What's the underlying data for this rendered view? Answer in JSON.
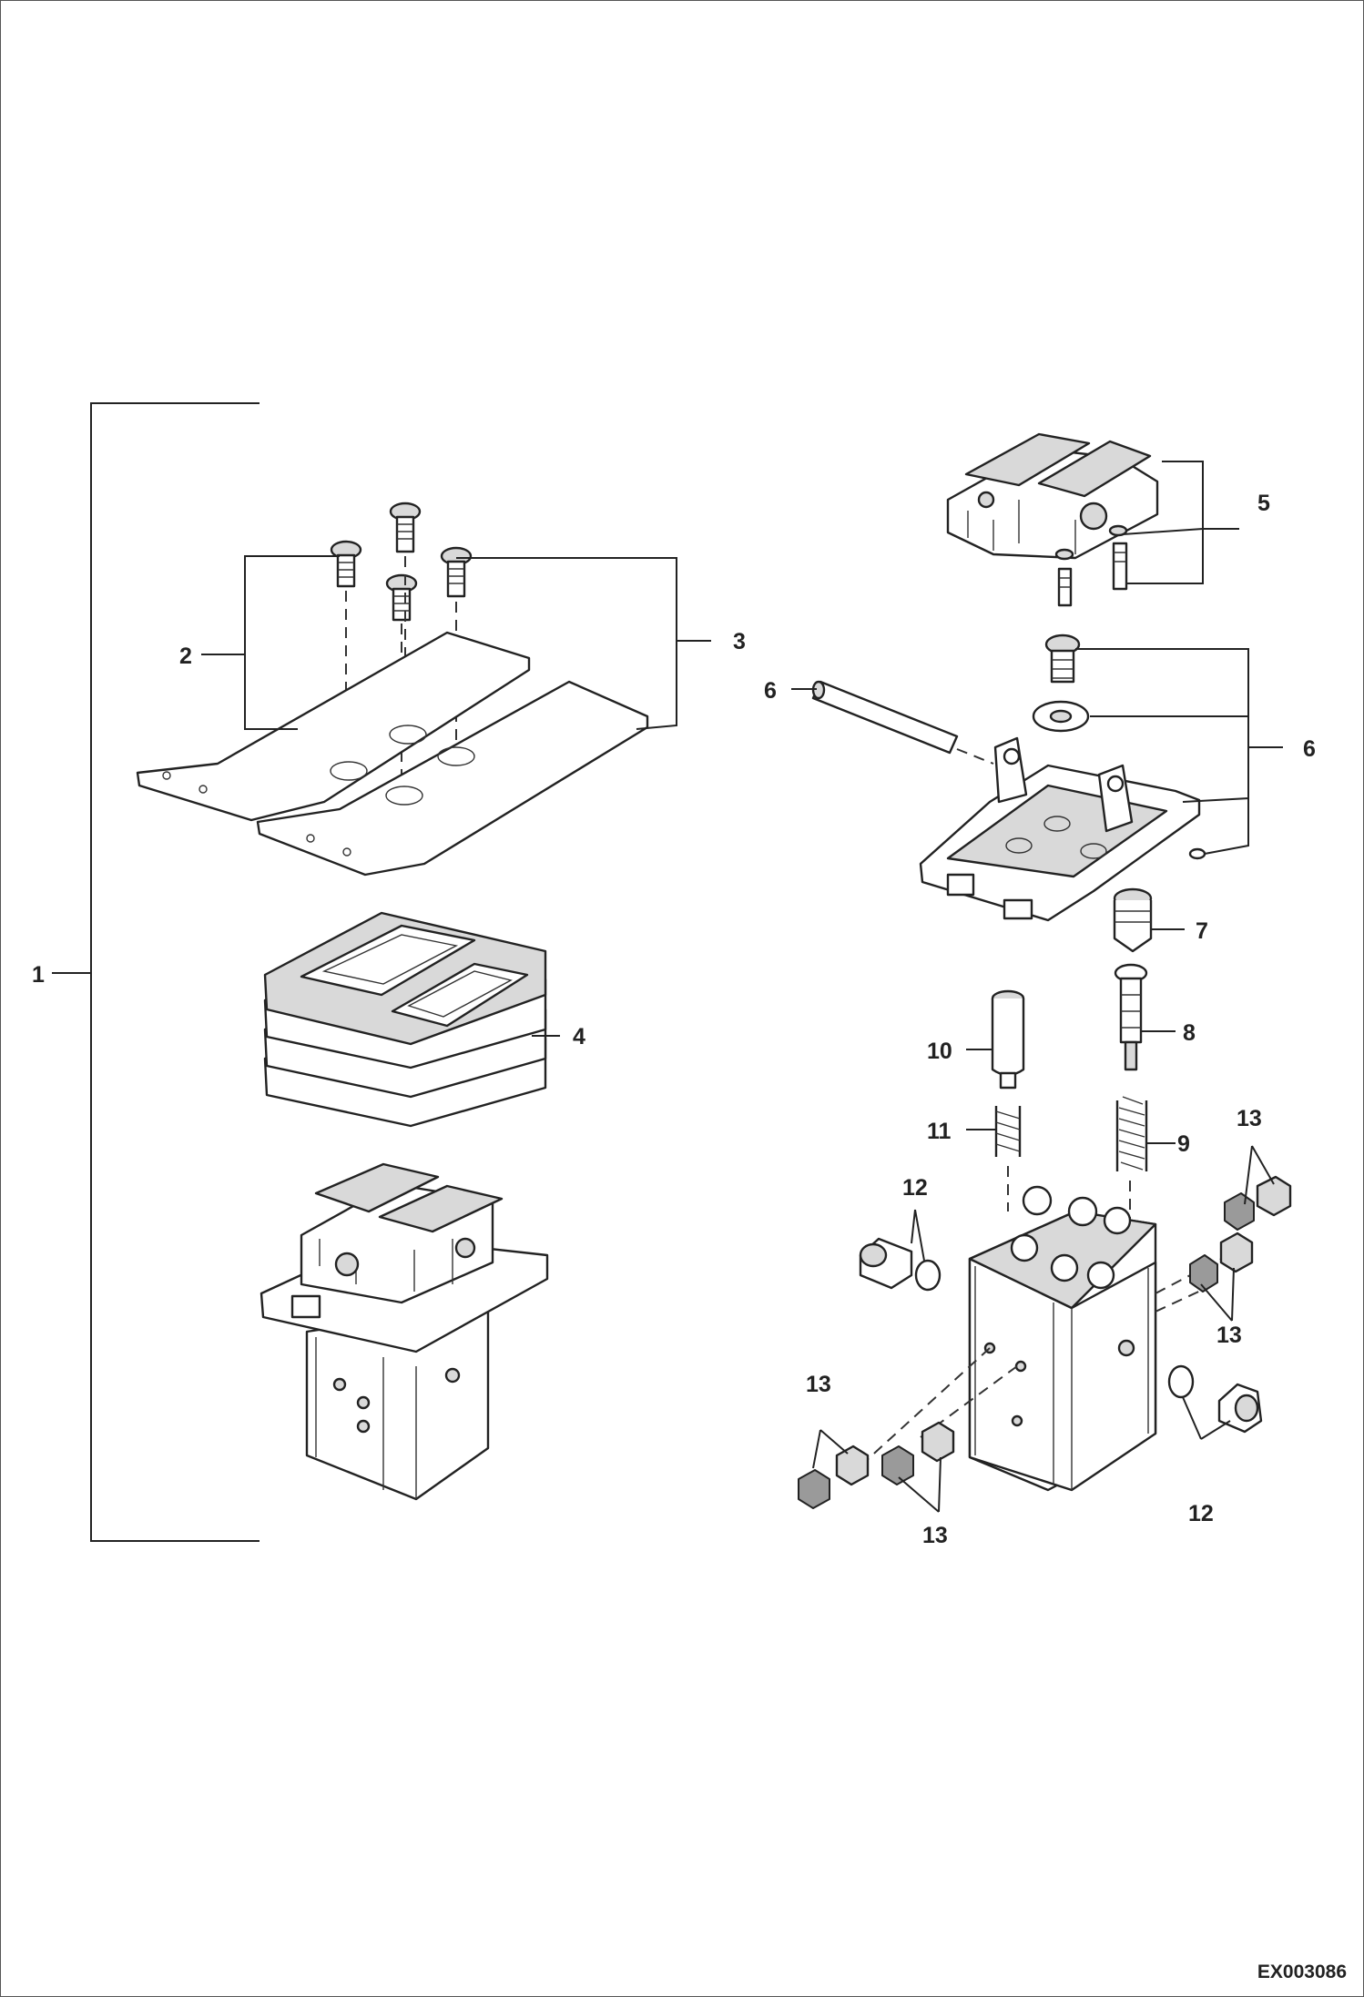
{
  "drawing_code": "EX003086",
  "labels": {
    "l1": "1",
    "l2": "2",
    "l3": "3",
    "l4": "4",
    "l5": "5",
    "l6a": "6",
    "l6b": "6",
    "l7": "7",
    "l8": "8",
    "l9": "9",
    "l10": "10",
    "l11": "11",
    "l12a": "12",
    "l12b": "12",
    "l13a": "13",
    "l13b": "13",
    "l13c": "13",
    "l13d": "13"
  }
}
